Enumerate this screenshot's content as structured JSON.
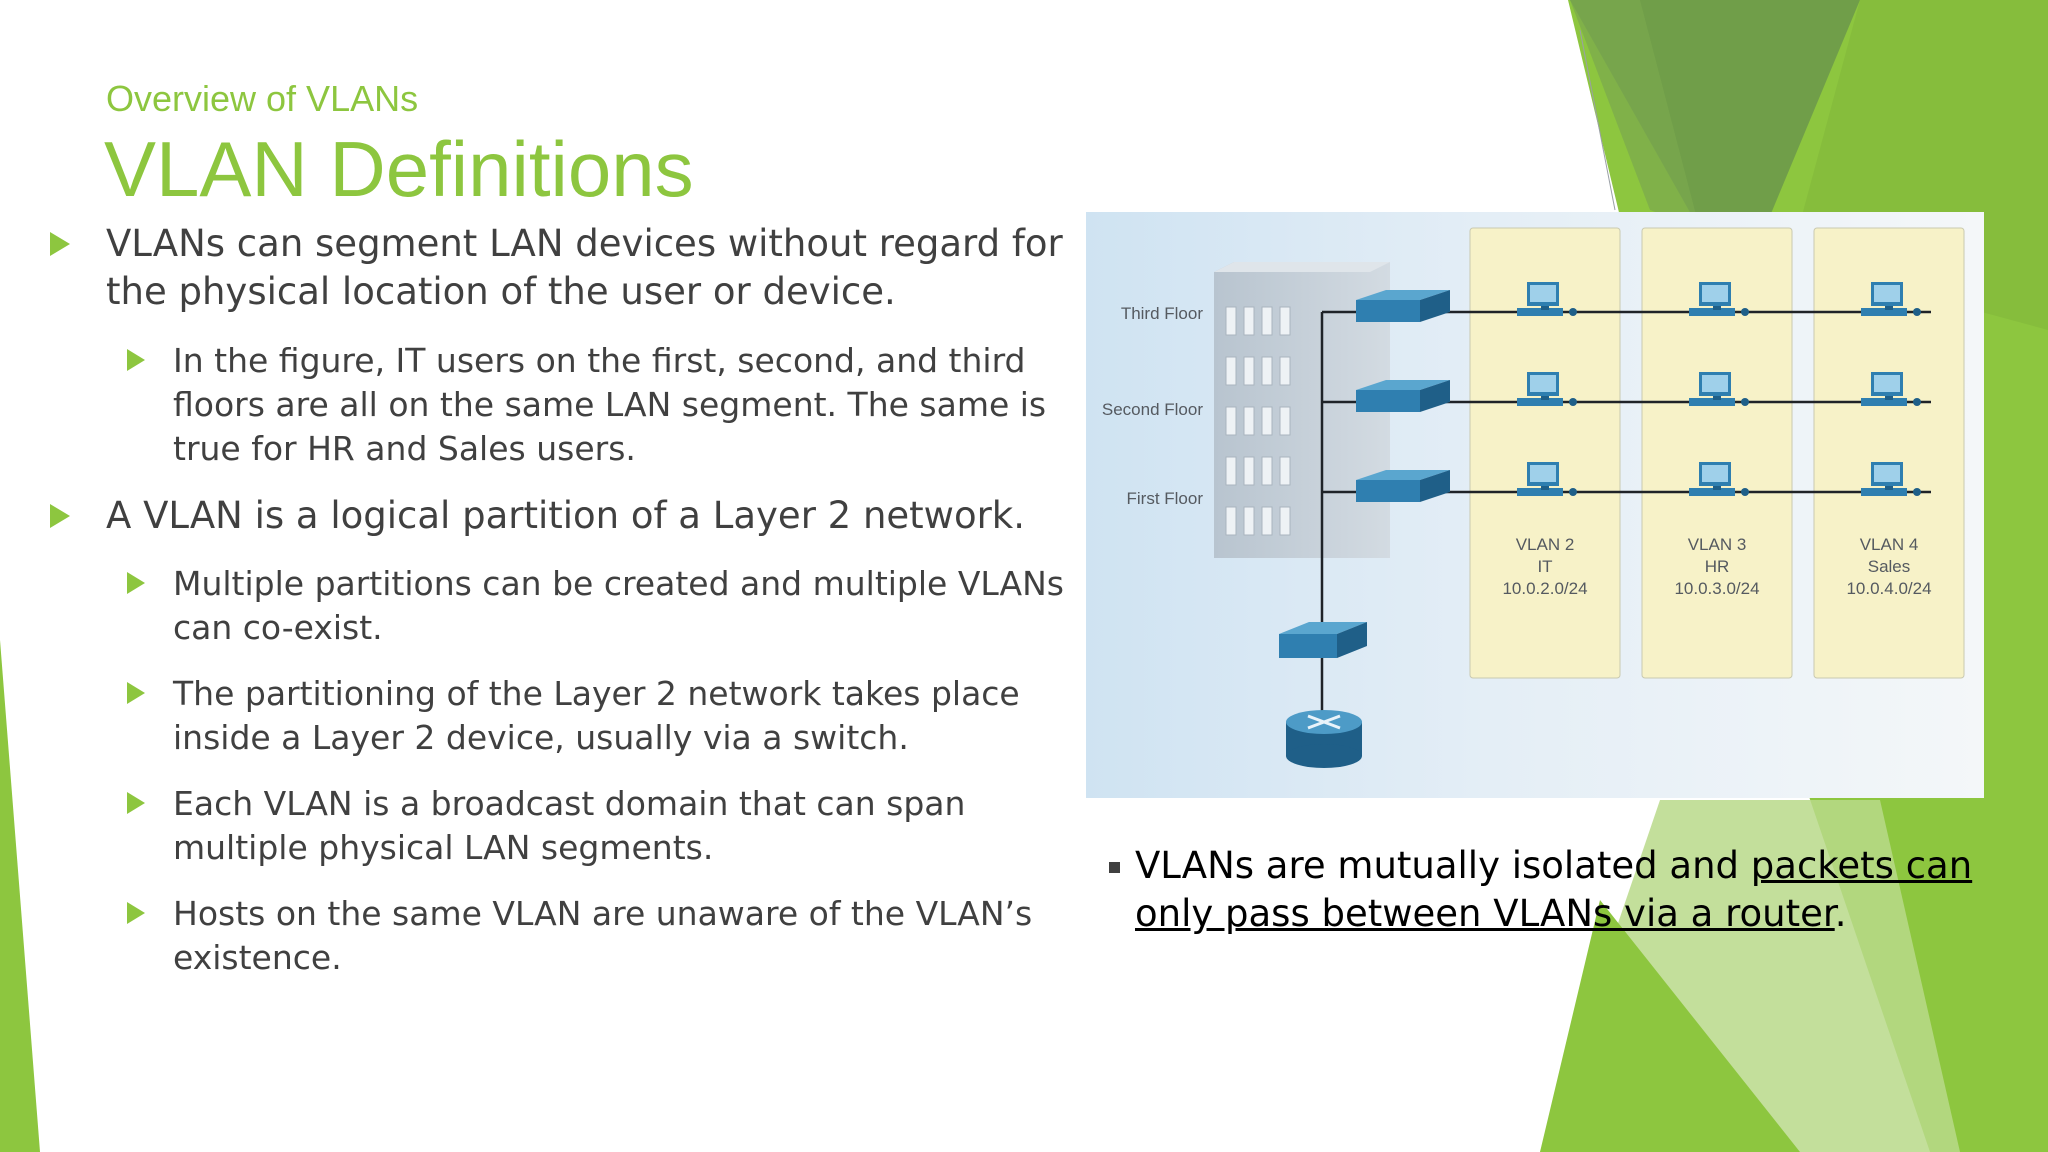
{
  "slide": {
    "subtitle": "Overview of VLANs",
    "title": "VLAN Definitions",
    "accent_color": "#8dc63f"
  },
  "bullets": [
    {
      "level": 1,
      "text": "VLANs can segment LAN devices without regard for the physical location of the user or device."
    },
    {
      "level": 2,
      "text": "In the figure, IT users on the first, second, and third floors are all on the same LAN segment. The same is true for HR and Sales users."
    },
    {
      "level": 1,
      "text": "A VLAN is a logical partition of a Layer 2 network."
    },
    {
      "level": 2,
      "text": "Multiple partitions can be created and multiple VLANs can co-exist."
    },
    {
      "level": 2,
      "text": "The partitioning of the Layer 2 network takes place inside a Layer 2 device, usually via a switch."
    },
    {
      "level": 2,
      "text": "Each VLAN is a broadcast domain that can span multiple physical LAN segments."
    },
    {
      "level": 2,
      "text": "Hosts on the same VLAN are unaware of the VLAN’s existence."
    }
  ],
  "figure": {
    "floors": [
      "Third Floor",
      "Second Floor",
      "First Floor"
    ],
    "vlans": [
      {
        "name": "VLAN 2",
        "dept": "IT",
        "subnet": "10.0.2.0/24"
      },
      {
        "name": "VLAN 3",
        "dept": "HR",
        "subnet": "10.0.3.0/24"
      },
      {
        "name": "VLAN 4",
        "dept": "Sales",
        "subnet": "10.0.4.0/24"
      }
    ],
    "icons": [
      "building-icon",
      "switch-icon",
      "pc-icon",
      "router-icon"
    ]
  },
  "note": {
    "prefix": "VLANs are mutually isolated and ",
    "underlined": "packets can only pass between VLANs via a router",
    "suffix": "."
  }
}
